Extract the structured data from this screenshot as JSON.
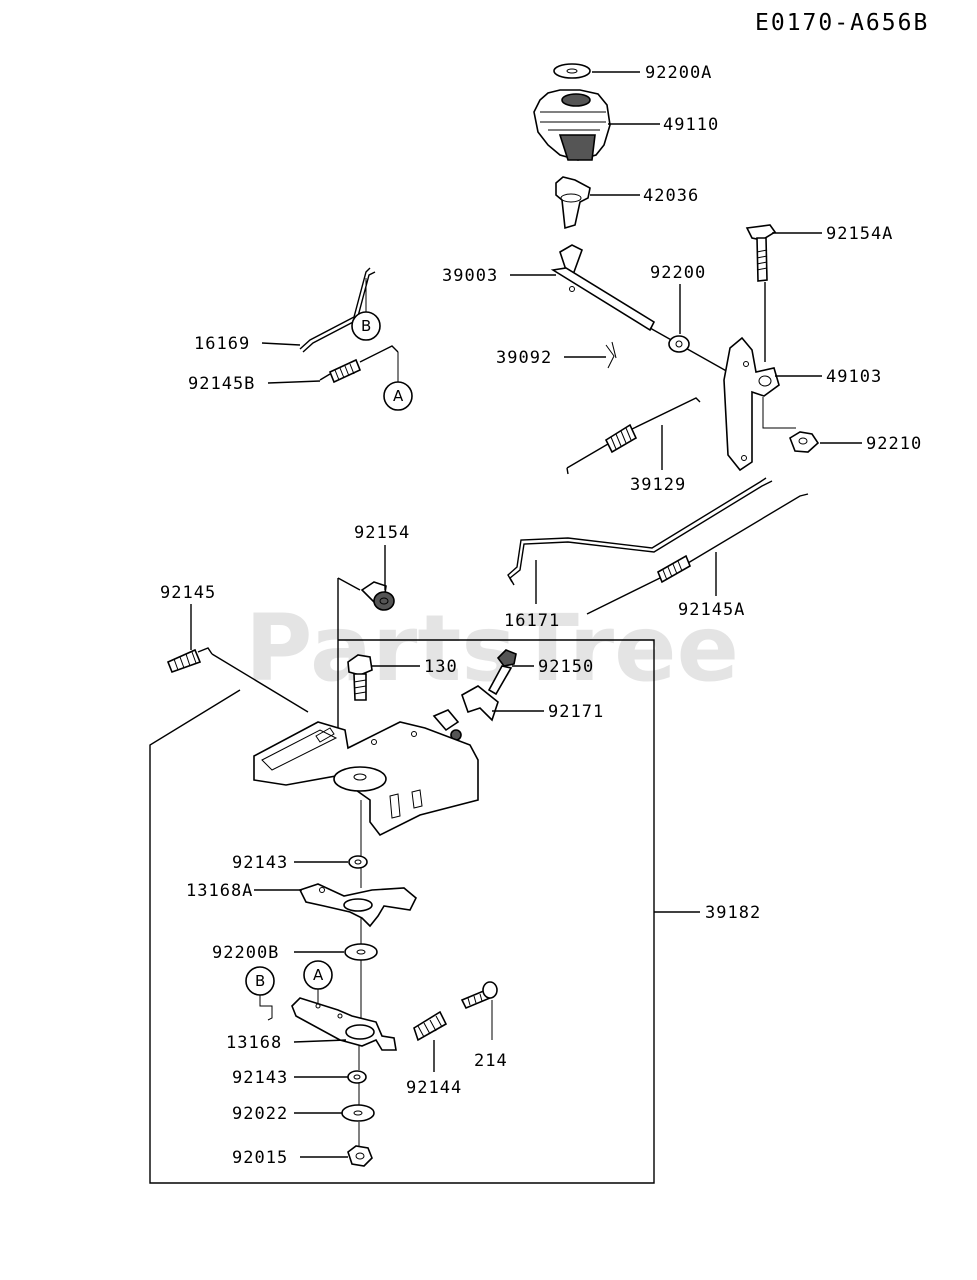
{
  "diagram_code": "E0170-A656B",
  "watermark": "PartsTree",
  "callouts": {
    "A": "A",
    "B": "B"
  },
  "labels": {
    "p92200A": "92200A",
    "p49110": "49110",
    "p42036": "42036",
    "p39003": "39003",
    "p92200": "92200",
    "p92154A": "92154A",
    "p16169": "16169",
    "p92145B": "92145B",
    "p39092": "39092",
    "p49103": "49103",
    "p92210": "92210",
    "p39129": "39129",
    "p92154": "92154",
    "p92145": "92145",
    "p16171": "16171",
    "p92145A": "92145A",
    "p130": "130",
    "p92150": "92150",
    "p92171": "92171",
    "p92143a": "92143",
    "p13168A": "13168A",
    "p39182": "39182",
    "p92200B": "92200B",
    "p13168": "13168",
    "p214": "214",
    "p92143b": "92143",
    "p92144": "92144",
    "p92022": "92022",
    "p92015": "92015"
  }
}
